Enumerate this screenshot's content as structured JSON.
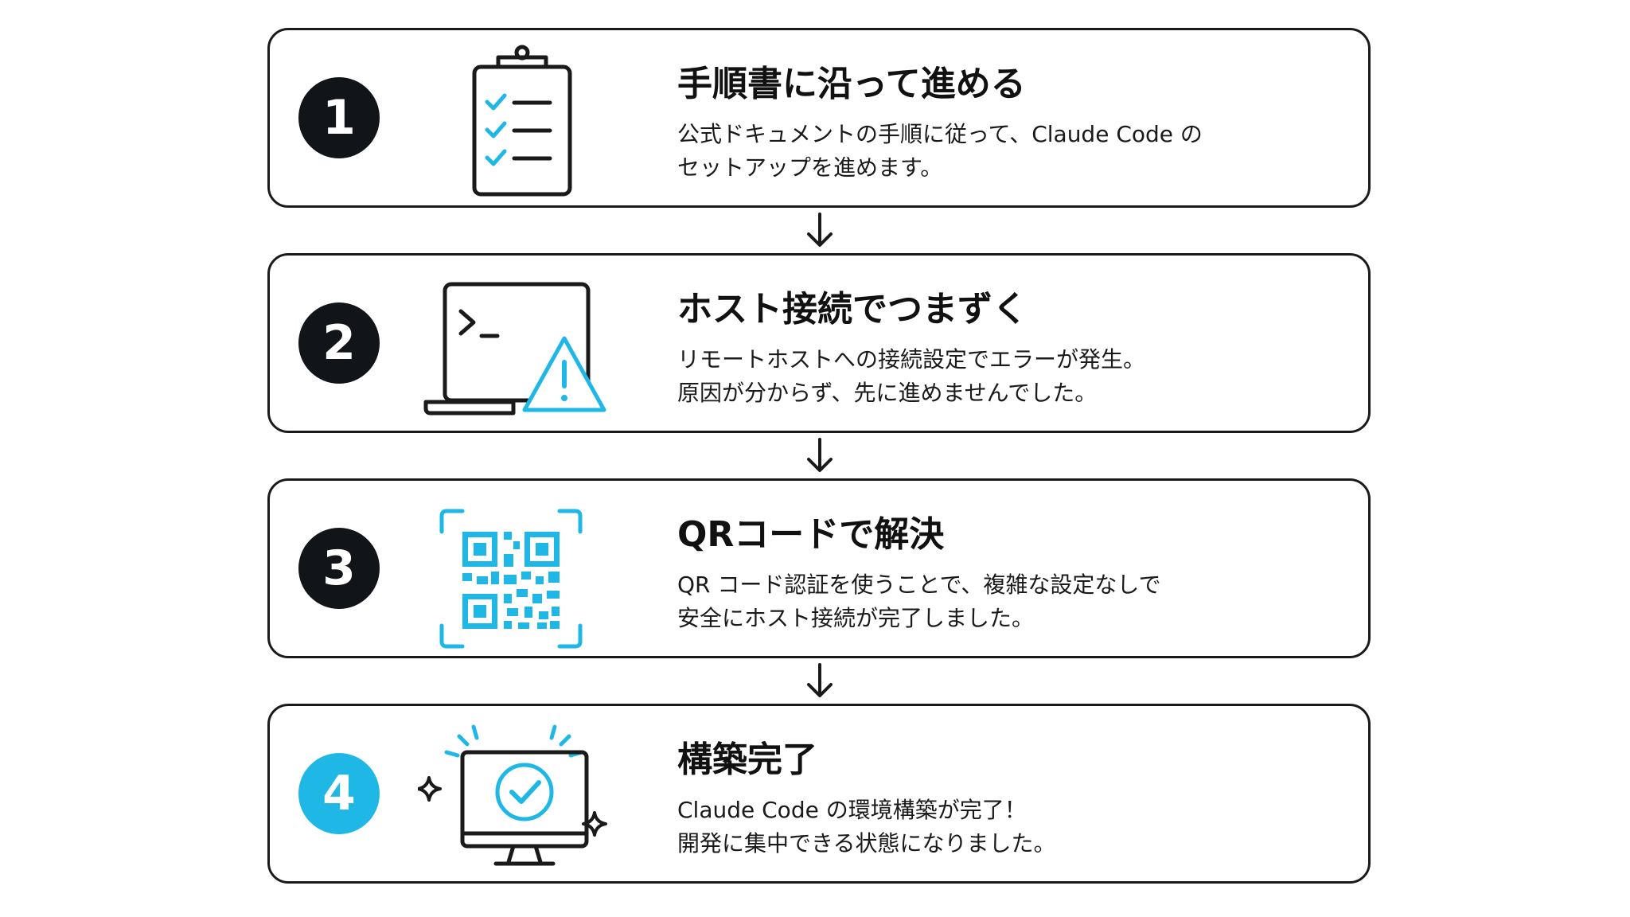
{
  "steps": [
    {
      "number": "1",
      "title": "手順書に沿って進める",
      "desc_lines": [
        "公式ドキュメントの手順に従って、Claude Code の",
        "セットアップを進めます。"
      ],
      "icon": "clipboard-checklist-icon"
    },
    {
      "number": "2",
      "title": "ホスト接続でつまずく",
      "desc_lines": [
        "リモートホストへの接続設定でエラーが発生。",
        "原因が分からず、先に進めませんでした。"
      ],
      "icon": "laptop-terminal-warning-icon"
    },
    {
      "number": "3",
      "title": "QRコードで解決",
      "desc_lines": [
        "QR コード認証を使うことで、複雑な設定なしで",
        "安全にホスト接続が完了しました。"
      ],
      "icon": "qr-code-scan-icon"
    },
    {
      "number": "4",
      "title": "構築完了",
      "desc_lines": [
        "Claude Code の環境構築が完了！",
        "開発に集中できる状態になりました。"
      ],
      "icon": "monitor-check-icon"
    }
  ],
  "colors": {
    "outline": "#1a1a1a",
    "badge_dark": "#111418",
    "accent": "#1fb8e6"
  }
}
